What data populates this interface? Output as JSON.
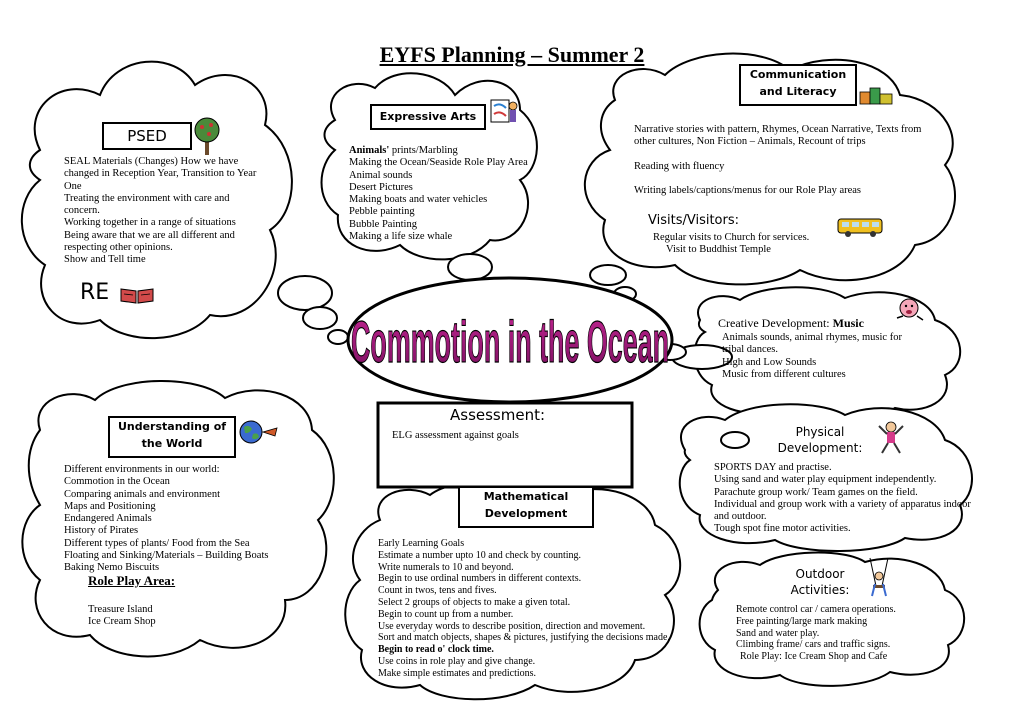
{
  "title": "EYFS Planning – Summer 2",
  "centerpiece": {
    "title": "Commotion in the Ocean"
  },
  "psed": {
    "heading": "PSED",
    "items": [
      "SEAL Materials (Changes) How we have",
      "changed in Reception Year, Transition to Year",
      "One",
      "Treating the environment with care and",
      "concern.",
      "Working together in a range of situations",
      "Being aware that we are all different and",
      "respecting other opinions.",
      "Show and Tell time"
    ],
    "re_label": "RE"
  },
  "expressive_arts": {
    "heading": "Expressive Arts",
    "first_bold": "Animals'",
    "first_rest": " prints/Marbling",
    "items": [
      "Making the Ocean/Seaside Role Play Area",
      "Animal sounds",
      "Desert Pictures",
      "Making boats and water vehicles",
      "Pebble painting",
      "Bubble Painting",
      "Making a life size whale"
    ]
  },
  "communication": {
    "heading_line1": "Communication",
    "heading_line2": "and Literacy",
    "items": [
      "Narrative stories with pattern, Rhymes, Ocean Narrative, Texts from",
      "other cultures, Non Fiction – Animals, Recount of trips",
      "Reading with fluency",
      "Writing labels/captions/menus for our Role Play areas"
    ],
    "visits_heading": "Visits/Visitors:",
    "visits": [
      "Regular visits to Church for services.",
      "Visit to Buddhist Temple"
    ]
  },
  "creative": {
    "heading_prefix": "Creative Development: ",
    "heading_bold": "Music",
    "items": [
      "Animals sounds, animal rhymes, music for",
      "tribal dances.",
      "High and Low Sounds",
      "Music from different cultures"
    ]
  },
  "assessment": {
    "heading": "Assessment:",
    "text": "ELG assessment against goals"
  },
  "physical": {
    "heading_line1": "Physical",
    "heading_line2": "Development:",
    "items": [
      "SPORTS DAY and practise.",
      "Using sand and water play equipment independently.",
      "Parachute group work/ Team games on the field.",
      "Individual and group work with a variety of apparatus indoor",
      "and outdoor.",
      "Tough spot fine motor activities."
    ]
  },
  "understanding": {
    "heading_line1": "Understanding of",
    "heading_line2": "the World",
    "items": [
      "Different environments in our world:",
      "Commotion in the Ocean",
      "Comparing animals and environment",
      "Maps and Positioning",
      "Endangered Animals",
      "History of Pirates",
      "Different types of plants/ Food from the Sea",
      "Floating and Sinking/Materials – Building Boats",
      "Baking Nemo Biscuits"
    ],
    "role_play_heading": "Role Play Area:",
    "role_play_items": [
      "Treasure Island",
      "Ice Cream Shop"
    ]
  },
  "maths": {
    "heading_line1": "Mathematical",
    "heading_line2": "Development",
    "items": [
      "Early Learning Goals",
      "Estimate a number upto 10 and check by counting.",
      "Write numerals to 10 and beyond.",
      "Begin to use ordinal numbers in different contexts.",
      "Count in twos, tens and fives.",
      "Select 2 groups of objects to make a given total.",
      "Begin to count up from a number.",
      "Use everyday words to describe position, direction and movement.",
      "Sort and match objects, shapes & pictures, justifying the decisions made.",
      "Begin to read o' clock time.",
      "Use coins in role play and give change.",
      "Make simple estimates and predictions."
    ]
  },
  "outdoor": {
    "heading_line1": "Outdoor",
    "heading_line2": "Activities:",
    "items": [
      "Remote control car / camera operations.",
      "Free painting/large mark making",
      "Sand and water play.",
      "Climbing frame/ cars and traffic signs.",
      "Role Play: Ice Cream Shop and Cafe"
    ]
  }
}
